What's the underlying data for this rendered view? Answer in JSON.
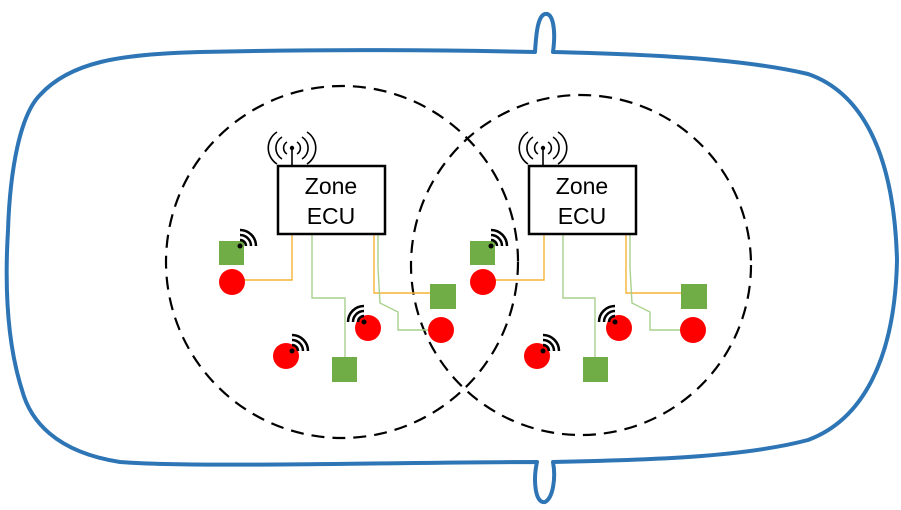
{
  "colors": {
    "car_outline": "#2e75b6",
    "zone_boundary": "#000000",
    "ecu_box": "#000000",
    "node_circle": "#ff0000",
    "node_square": "#70ad47",
    "wire_orange": "#f5b335",
    "wire_green": "#a9d18e",
    "wireless_symbol": "#000000"
  },
  "icons": {
    "antenna": "antenna-icon",
    "wireless": "wireless-signal-icon"
  },
  "zones": [
    {
      "id": "zone-1",
      "ecu": {
        "line1": "Zone",
        "line2": "ECU"
      }
    },
    {
      "id": "zone-2",
      "ecu": {
        "line1": "Zone",
        "line2": "ECU"
      }
    }
  ]
}
